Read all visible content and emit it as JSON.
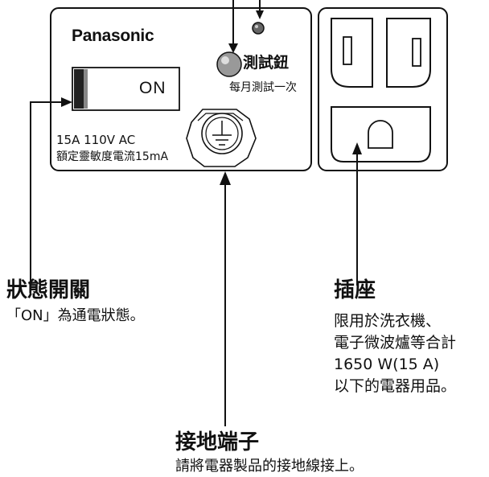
{
  "device": {
    "brand": "Panasonic",
    "switch_state": "ON",
    "test_button_label": "測試鈕",
    "test_frequency": "每月測試一次",
    "rating": "15A 110V AC",
    "sensitivity": "額定靈敏度電流15mA"
  },
  "callouts": {
    "switch": {
      "title": "狀態開關",
      "text": "「ON」為通電狀態。"
    },
    "outlet": {
      "title": "插座",
      "lines": [
        "限用於洗衣機、",
        "電子微波爐等合計",
        "1650 W(15 A)",
        "以下的電器用品。"
      ]
    },
    "ground": {
      "title": "接地端子",
      "text": "請將電器製品的接地線接上。"
    }
  }
}
